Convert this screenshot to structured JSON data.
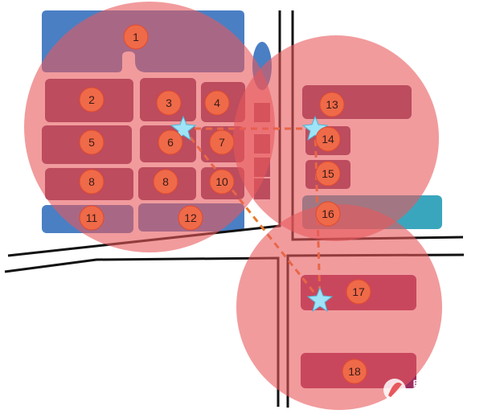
{
  "labels": {
    "b1": "1",
    "b2": "2",
    "b3": "3",
    "b4": "4",
    "b5": "5",
    "b6": "6",
    "b7": "7",
    "b8a": "8",
    "b8b": "8",
    "b10": "10",
    "b11": "11",
    "b12": "12",
    "b13": "13",
    "b14": "14",
    "b15": "15",
    "b16": "16",
    "b17": "17",
    "b18": "18"
  },
  "watermark": "电子发烧友 www.elecfans.com",
  "colors": {
    "coverage": "#e8585c",
    "building_blue": "#4a7fc4",
    "building_purple": "#7a3a62",
    "building_teal": "#3aa6be",
    "building_magenta": "#9b2d5f",
    "marker": "#ef6a48",
    "road": "#111111",
    "link": "#e87a2a",
    "star": "#9fe3f7"
  }
}
